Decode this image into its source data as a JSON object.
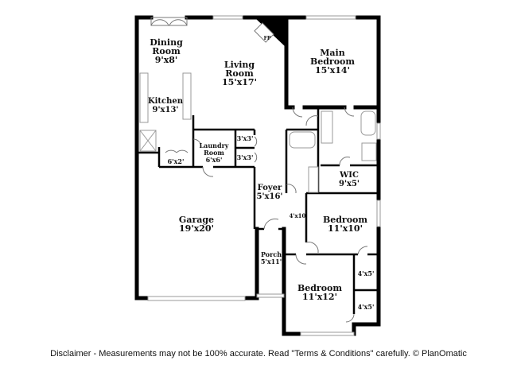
{
  "rooms": [
    {
      "name": "Dining Room",
      "lines": [
        "Dining",
        "Room"
      ],
      "size": "9'x8'"
    },
    {
      "name": "Living Room",
      "lines": [
        "Living",
        "Room"
      ],
      "size": "15'x17'"
    },
    {
      "name": "Main Bedroom",
      "lines": [
        "Main",
        "Bedroom"
      ],
      "size": "15'x14'"
    },
    {
      "name": "Kitchen",
      "lines": [
        "Kitchen"
      ],
      "size": "9'x13'"
    },
    {
      "name": "Laundry Room",
      "lines": [
        "Laundry",
        "Room"
      ],
      "size": "6'x6'"
    },
    {
      "name": "WIC",
      "lines": [
        "WIC"
      ],
      "size": "9'x5'"
    },
    {
      "name": "Foyer",
      "lines": [
        "Foyer"
      ],
      "size": "5'x16'"
    },
    {
      "name": "Garage",
      "lines": [
        "Garage"
      ],
      "size": "19'x20'"
    },
    {
      "name": "Bedroom",
      "lines": [
        "Bedroom"
      ],
      "size": "11'x10'"
    },
    {
      "name": "Porch",
      "lines": [
        "Porch"
      ],
      "size": "5'x11'"
    },
    {
      "name": "Bedroom",
      "lines": [
        "Bedroom"
      ],
      "size": "11'x12'"
    }
  ],
  "small_labels": [
    "FP",
    "3'x3'",
    "3'x3'",
    "6'x2'",
    "4'x10'",
    "4'x5'",
    "4'x5'"
  ],
  "disclaimer": "Disclaimer - Measurements may not be 100% accurate. Read \"Terms & Conditions\" carefully. © PlanOmatic",
  "colors": {
    "wall": "#000000",
    "fixture": "#999999"
  }
}
